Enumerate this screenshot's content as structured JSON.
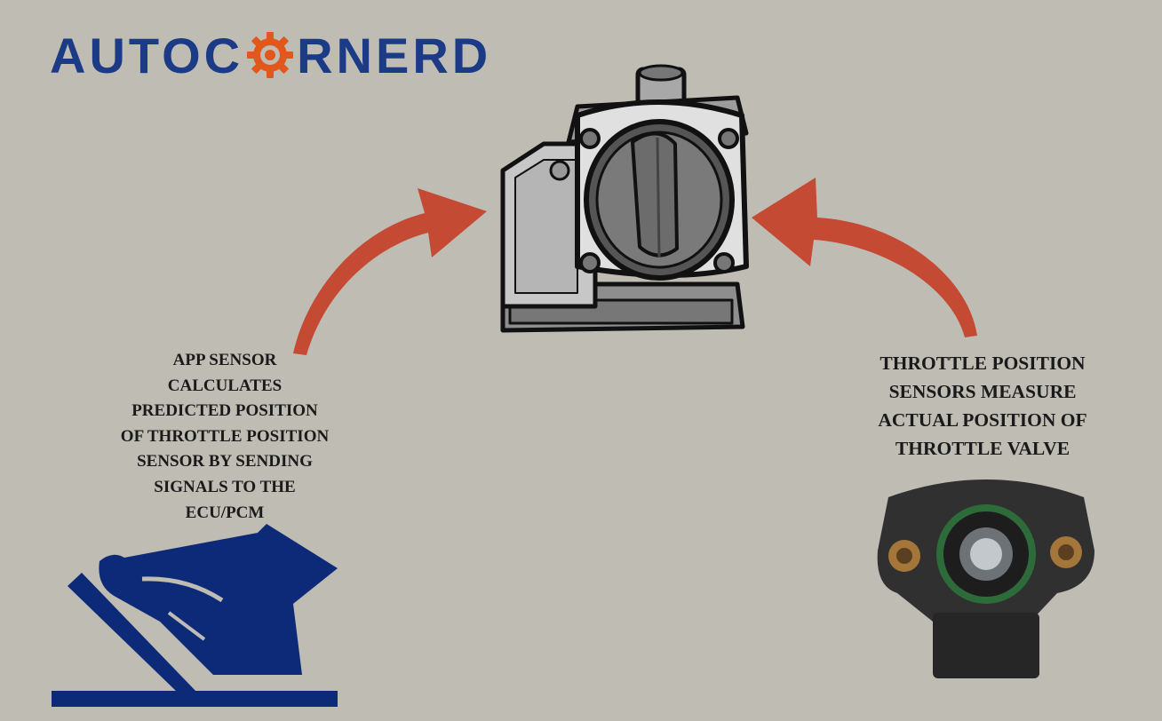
{
  "logo": {
    "part1": "AUTOC",
    "part2": "RNERD",
    "gear_icon": "gear-icon"
  },
  "captions": {
    "app_sensor": [
      "APP SENSOR",
      "CALCULATES",
      "PREDICTED POSITION",
      "OF THROTTLE POSITION",
      "SENSOR BY SENDING",
      "SIGNALS TO THE",
      "ECU/PCM"
    ],
    "throttle_sensor": [
      "THROTTLE POSITION",
      "SENSORS MEASURE",
      "ACTUAL POSITION OF",
      "THROTTLE VALVE"
    ]
  },
  "colors": {
    "brand_blue": "#1c3b86",
    "accent_orange": "#e2581c",
    "arrow_red": "#c44a34",
    "background": "#bfbcb4",
    "pedal_blue": "#0d2a78"
  }
}
